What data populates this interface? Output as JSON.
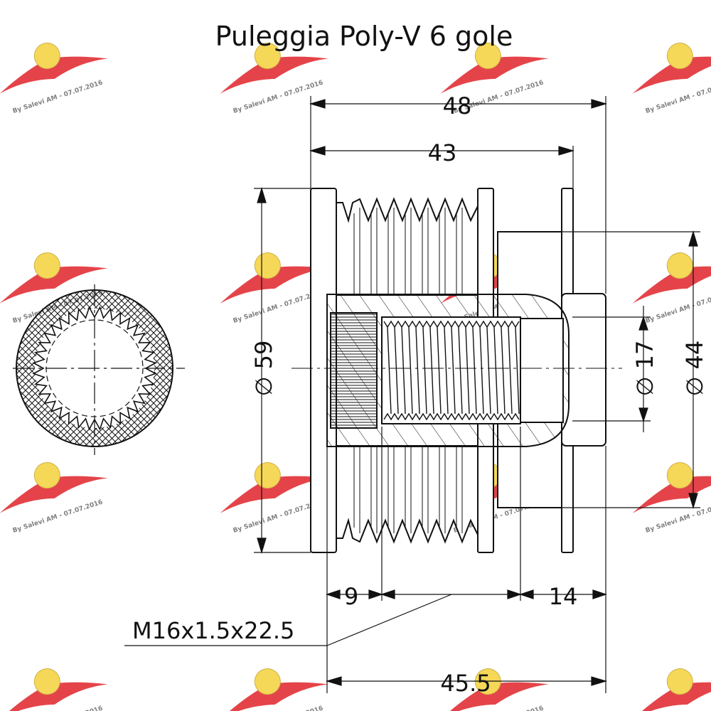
{
  "title": "Puleggia Poly-V 6 gole",
  "dimensions": {
    "overall_length": "48",
    "body_length": "43",
    "outer_diameter": "∅ 59",
    "bore_diameter": "∅ 17",
    "hub_diameter": "∅ 44",
    "spline_depth": "9",
    "hub_length": "14",
    "thread": "M16x1.5x22.5",
    "bottom_length": "45.5"
  },
  "watermark": {
    "caption": "By Salevi AM - 07.07.2016"
  },
  "colors": {
    "line": "#111111",
    "watermark_red": "#e0242a",
    "watermark_yellow": "#f4d23c"
  }
}
